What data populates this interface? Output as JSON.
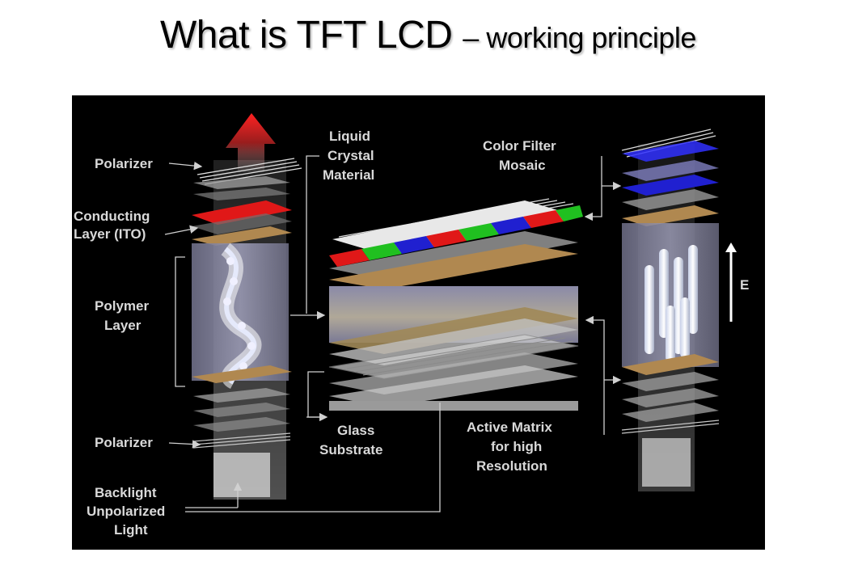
{
  "title": {
    "main": "What is TFT LCD",
    "sub": "– working principle"
  },
  "labels": {
    "polarizer_top": "Polarizer",
    "conducting_line1": "Conducting",
    "conducting_line2": "Layer (ITO)",
    "polymer_line1": "Polymer",
    "polymer_line2": "Layer",
    "polarizer_bottom": "Polarizer",
    "backlight_line1": "Backlight",
    "backlight_line2": "Unpolarized",
    "backlight_line3": "Light",
    "lc_line1": "Liquid",
    "lc_line2": "Crystal",
    "lc_line3": "Material",
    "glass_line1": "Glass",
    "glass_line2": "Substrate",
    "cf_line1": "Color Filter",
    "cf_line2": "Mosaic",
    "am_line1": "Active Matrix",
    "am_line2": "for high",
    "am_line3": "Resolution",
    "field": "E"
  },
  "colors": {
    "background": "#000000",
    "label": "#d9d9d9",
    "red_filter": "#e01818",
    "green_filter": "#20c020",
    "blue_filter": "#2020d0",
    "gold_layer": "#b08850",
    "glass": "#bfbfbf"
  }
}
